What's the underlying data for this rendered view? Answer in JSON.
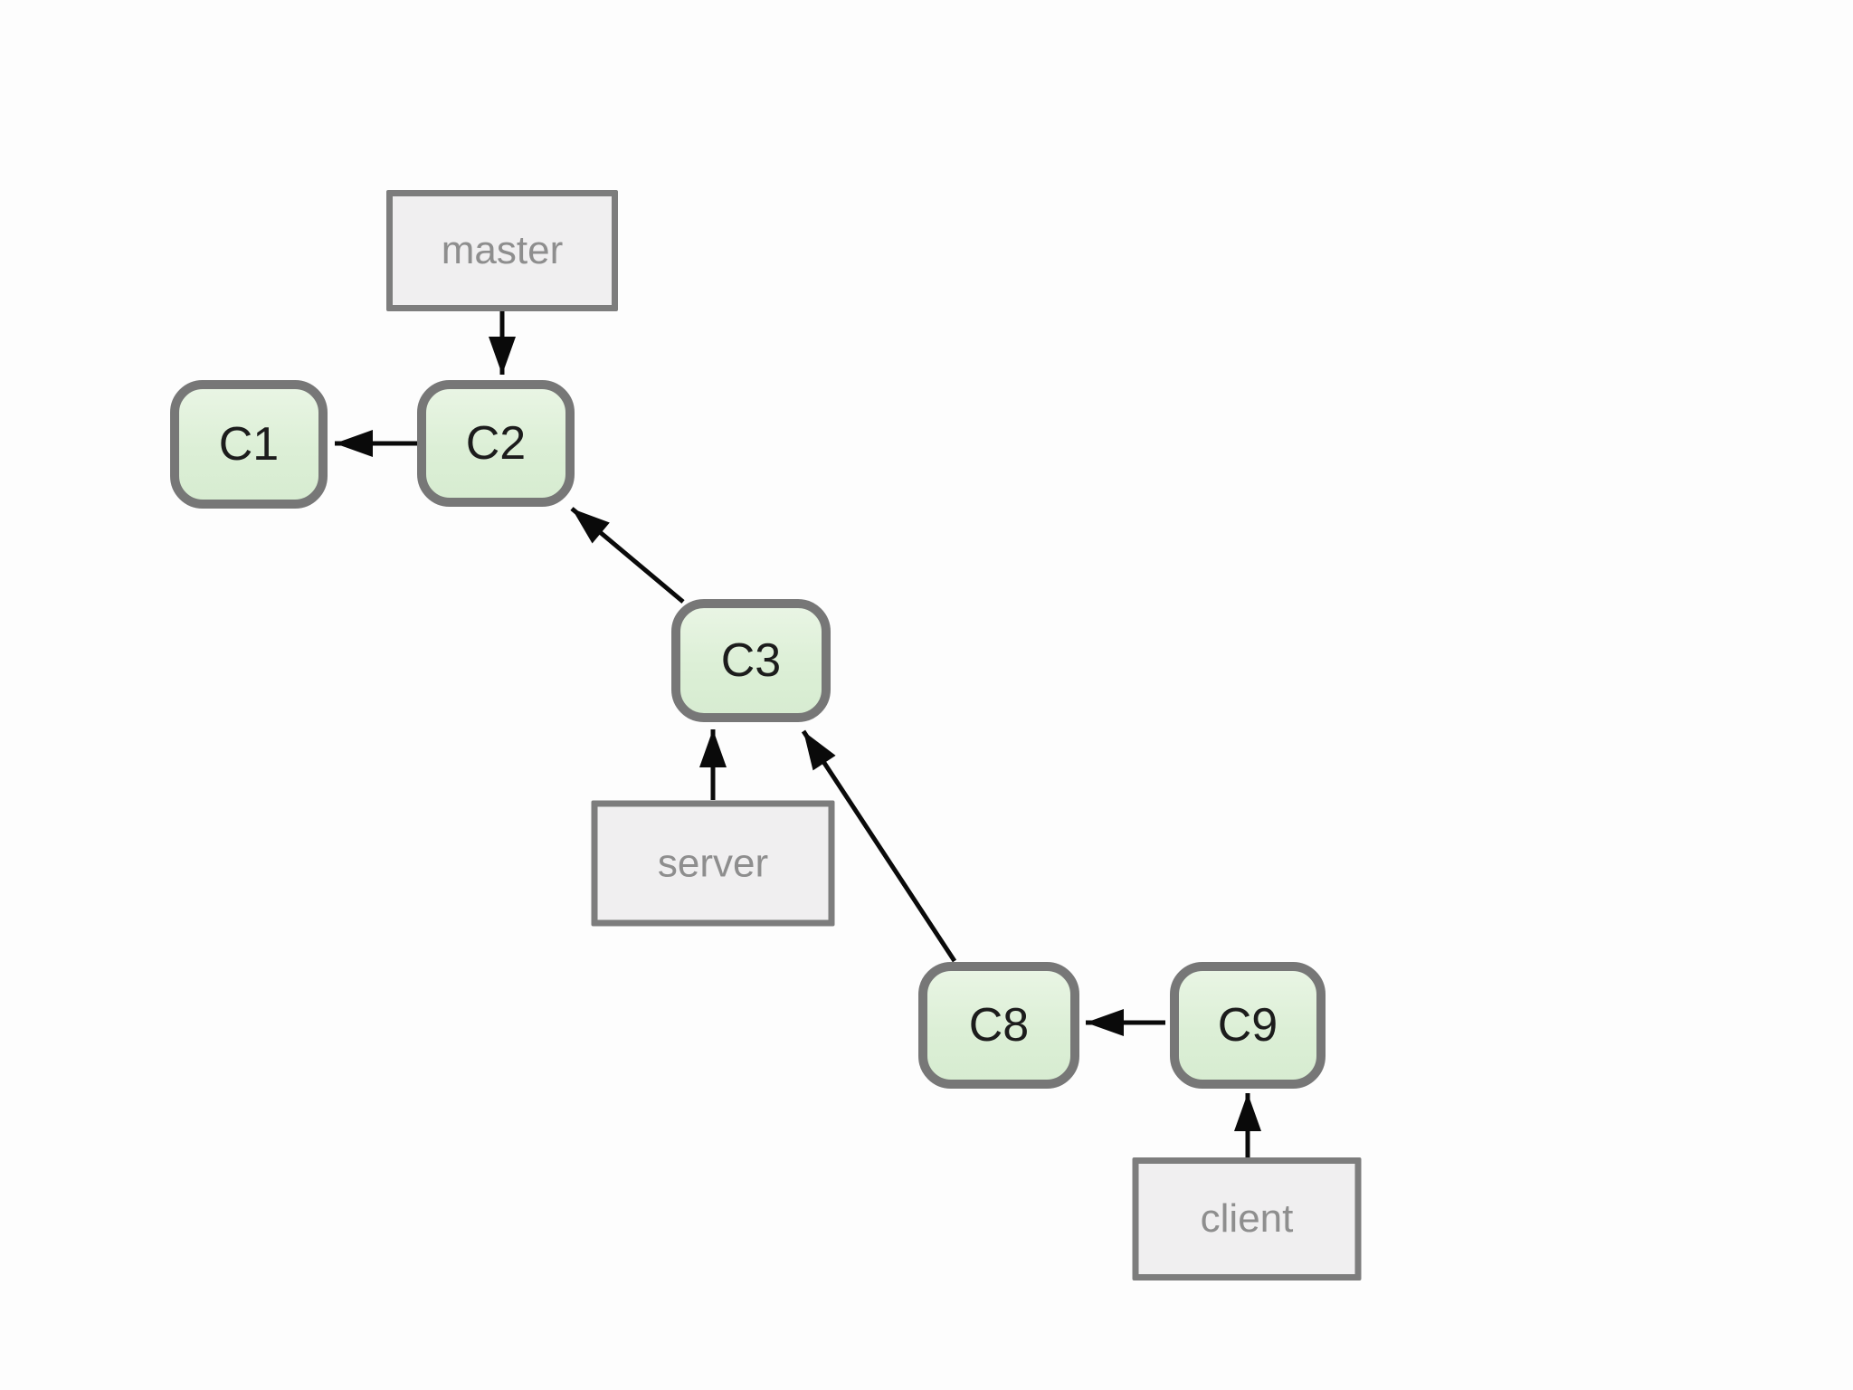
{
  "diagram": {
    "background_color": "#fdfdfd",
    "commit_fill_top": "#e9f5e4",
    "commit_fill_bottom": "#d7ecd1",
    "commit_border_color": "#777777",
    "commit_text_color": "#1c1c1c",
    "branch_fill": "#f0eff0",
    "branch_border_color": "#7d7d7d",
    "branch_text_color": "#8e8e8e",
    "arrow_color": "#0a0a0a",
    "commits": [
      {
        "id": "C1",
        "label": "C1"
      },
      {
        "id": "C2",
        "label": "C2"
      },
      {
        "id": "C3",
        "label": "C3"
      },
      {
        "id": "C8",
        "label": "C8"
      },
      {
        "id": "C9",
        "label": "C9"
      }
    ],
    "branches": [
      {
        "id": "master",
        "label": "master",
        "points_to": "C2"
      },
      {
        "id": "server",
        "label": "server",
        "points_to": "C3"
      },
      {
        "id": "client",
        "label": "client",
        "points_to": "C9"
      }
    ],
    "edges": [
      {
        "from": "C2",
        "to": "C1",
        "type": "parent-link"
      },
      {
        "from": "C3",
        "to": "C2",
        "type": "parent-link"
      },
      {
        "from": "C8",
        "to": "C3",
        "type": "parent-link"
      },
      {
        "from": "C9",
        "to": "C8",
        "type": "parent-link"
      },
      {
        "from": "master",
        "to": "C2",
        "type": "branch-pointer"
      },
      {
        "from": "server",
        "to": "C3",
        "type": "branch-pointer"
      },
      {
        "from": "client",
        "to": "C9",
        "type": "branch-pointer"
      }
    ]
  }
}
